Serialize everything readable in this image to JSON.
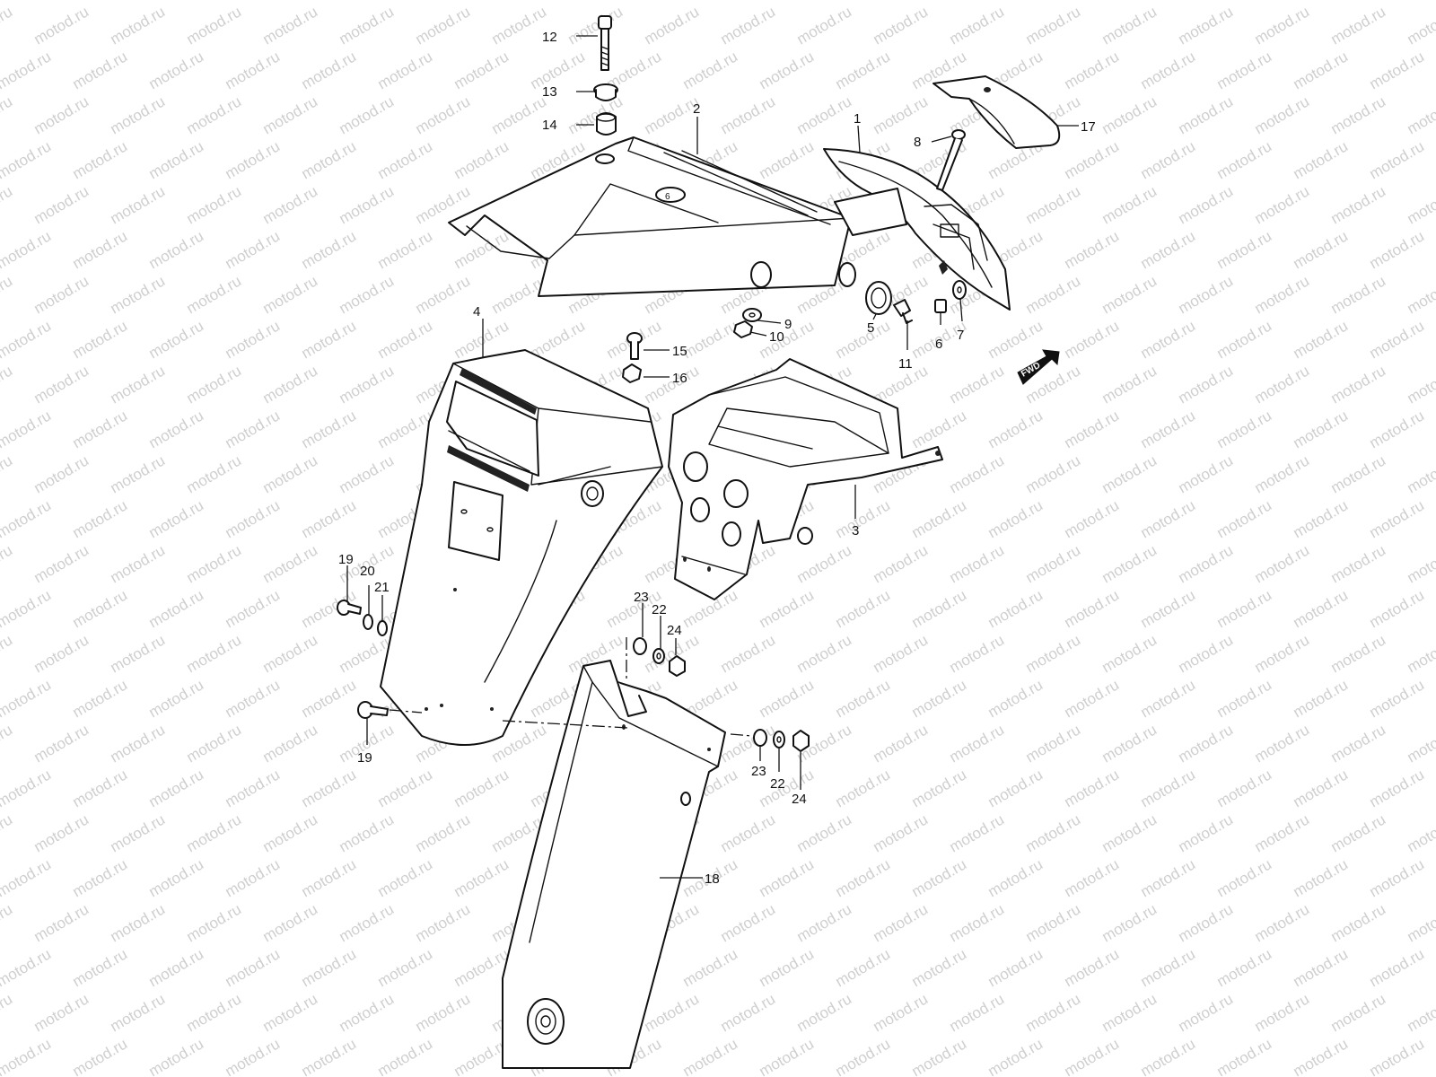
{
  "watermark": "motod.ru",
  "direction_badge": "FWD",
  "callouts": [
    "1",
    "2",
    "3",
    "4",
    "5",
    "6",
    "7",
    "8",
    "9",
    "10",
    "11",
    "12",
    "13",
    "14",
    "15",
    "16",
    "17",
    "18",
    "19",
    "19",
    "20",
    "21",
    "22",
    "22",
    "23",
    "23",
    "24",
    "24"
  ],
  "colors": {
    "line": "#111111",
    "watermark": "#cfcfcf",
    "background": "#ffffff"
  }
}
